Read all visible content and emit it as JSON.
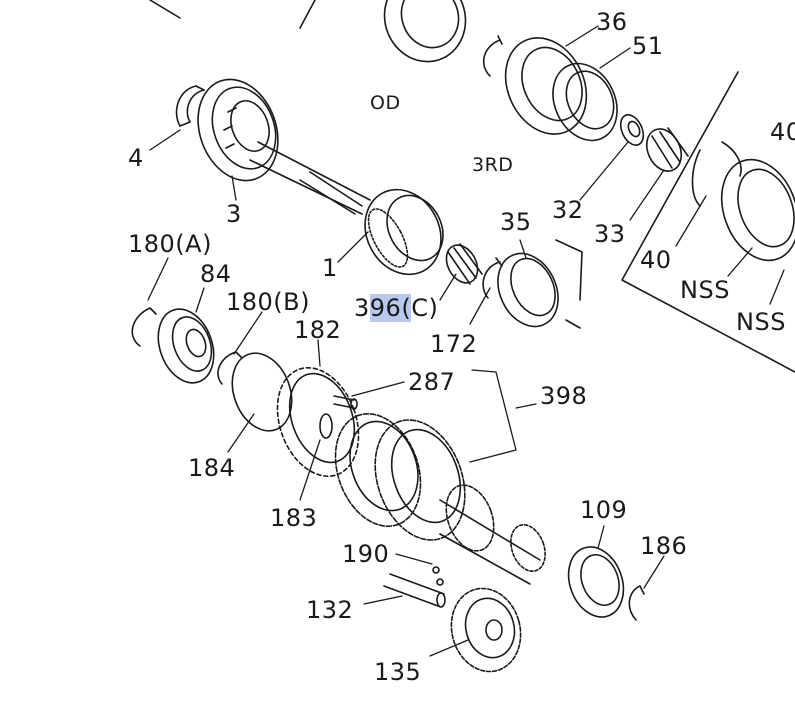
{
  "labels": {
    "p4": "4",
    "p3": "3",
    "p1": "1",
    "p180a": "180(A)",
    "p84": "84",
    "p180b": "180(B)",
    "p182": "182",
    "p184": "184",
    "p183": "183",
    "p287": "287",
    "p398": "398",
    "p396c_prefix": "3",
    "p396c_highlight": "96(",
    "p396c_suffix": "C)",
    "p172": "172",
    "p35": "35",
    "p32": "32",
    "p33": "33",
    "p36": "36",
    "p51": "51",
    "p40_left": "40",
    "p40_right": "40",
    "nss_1": "NSS",
    "nss_2": "NSS",
    "od": "OD",
    "third": "3RD",
    "p190": "190",
    "p132": "132",
    "p135": "135",
    "p109": "109",
    "p186": "186"
  },
  "highlight_color": "#b9c9ee",
  "line_color": "#1a1a1a"
}
